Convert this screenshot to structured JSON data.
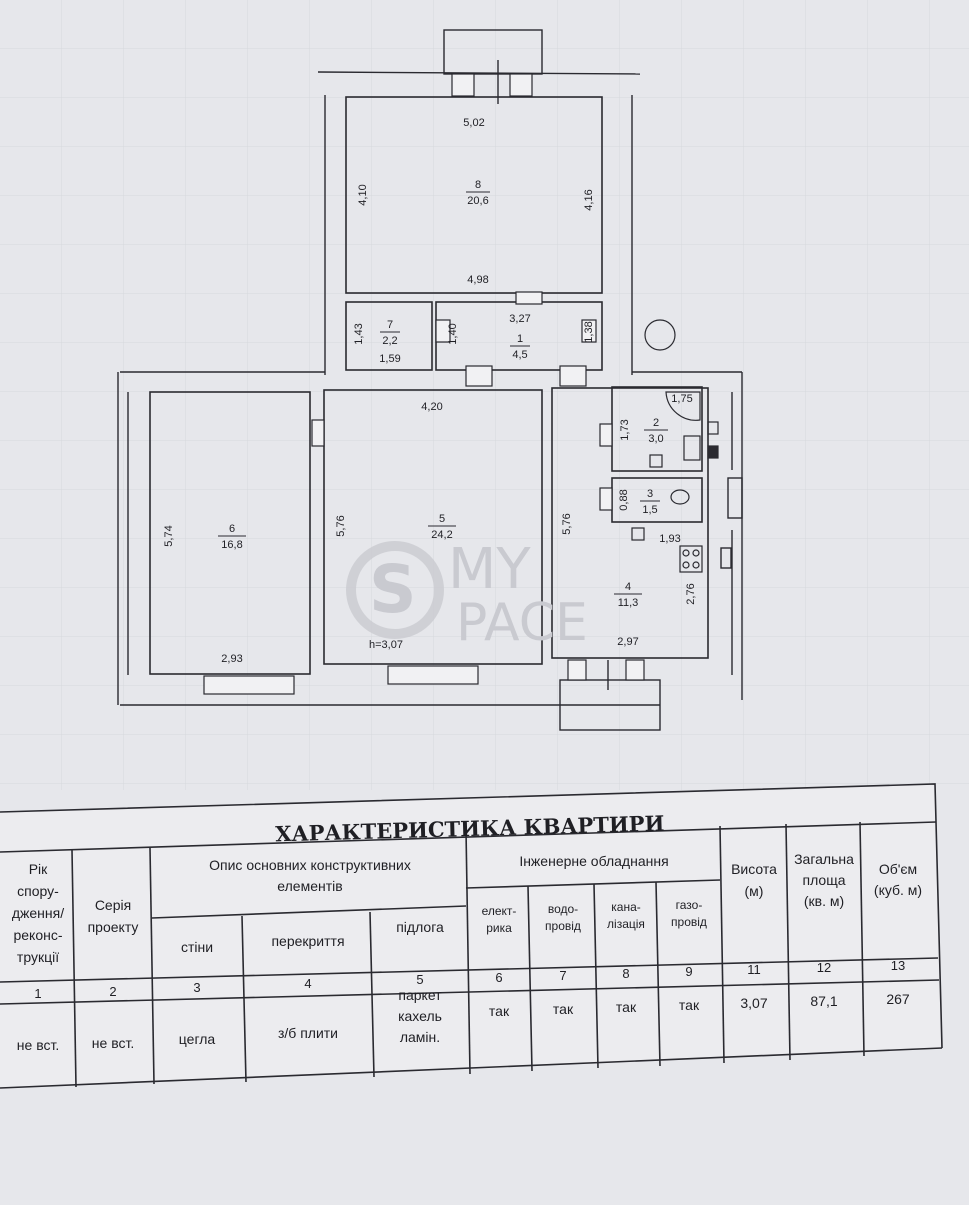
{
  "plan": {
    "rooms": [
      {
        "id": "1",
        "number": "1",
        "area": "4,5"
      },
      {
        "id": "2",
        "number": "2",
        "area": "3,0"
      },
      {
        "id": "3",
        "number": "3",
        "area": "1,5"
      },
      {
        "id": "4",
        "number": "4",
        "area": "11,3"
      },
      {
        "id": "5",
        "number": "5",
        "area": "24,2"
      },
      {
        "id": "6",
        "number": "6",
        "area": "16,8"
      },
      {
        "id": "7",
        "number": "7",
        "area": "2,2"
      },
      {
        "id": "8",
        "number": "8",
        "area": "20,6"
      }
    ],
    "dimensions": {
      "d8_top": "5,02",
      "d8_left": "4,10",
      "d8_right": "4,16",
      "d8_bottom": "4,98",
      "d7_left": "1,43",
      "d7_bottom": "1,59",
      "d1_left": "1,40",
      "d1_top": "3,27",
      "d1_right": "1,38",
      "d5_top": "4,20",
      "d5_left": "5,76",
      "d5_height": "h=3,07",
      "d6_left": "5,74",
      "d6_bottom": "2,93",
      "d4_left": "5,76",
      "d4_right": "2,76",
      "d4_top": "1,93",
      "d4_bottom": "2,97",
      "d2_top": "1,75",
      "d2_left": "1,73",
      "d3_left": "0,88"
    },
    "watermark": {
      "line1": "MY",
      "line2": "PACE"
    }
  },
  "table": {
    "title": "ХАРАКТЕРИСТИКА КВАРТИРИ",
    "headers": {
      "year": [
        "Рік",
        "спору-",
        "дження/",
        "реконс-",
        "трукції"
      ],
      "series": [
        "Серія",
        "проекту"
      ],
      "description": [
        "Опис основних конструктивних",
        "елементів"
      ],
      "walls": "стіни",
      "floors": "перекриття",
      "flooring": "підлога",
      "engineering": "Інженерне обладнання",
      "electric": [
        "елект-",
        "рика"
      ],
      "water": [
        "водо-",
        "провід"
      ],
      "sewer": [
        "кана-",
        "лізація"
      ],
      "gas": [
        "газо-",
        "провід"
      ],
      "height": [
        "Висота",
        "(м)"
      ],
      "area": [
        "Загальна",
        "площа",
        "(кв. м)"
      ],
      "volume": [
        "Об'єм",
        "(куб. м)"
      ]
    },
    "column_numbers": [
      "1",
      "2",
      "3",
      "4",
      "5",
      "6",
      "7",
      "8",
      "9",
      "11",
      "12",
      "13"
    ],
    "row": {
      "year": "не вст.",
      "series": "не вст.",
      "walls": "цегла",
      "floors": "з/б плити",
      "flooring": [
        "паркет",
        "кахель",
        "ламін."
      ],
      "electric": "так",
      "water": "так",
      "sewer": "так",
      "gas": "так",
      "height": "3,07",
      "area": "87,1",
      "volume": "267"
    }
  }
}
